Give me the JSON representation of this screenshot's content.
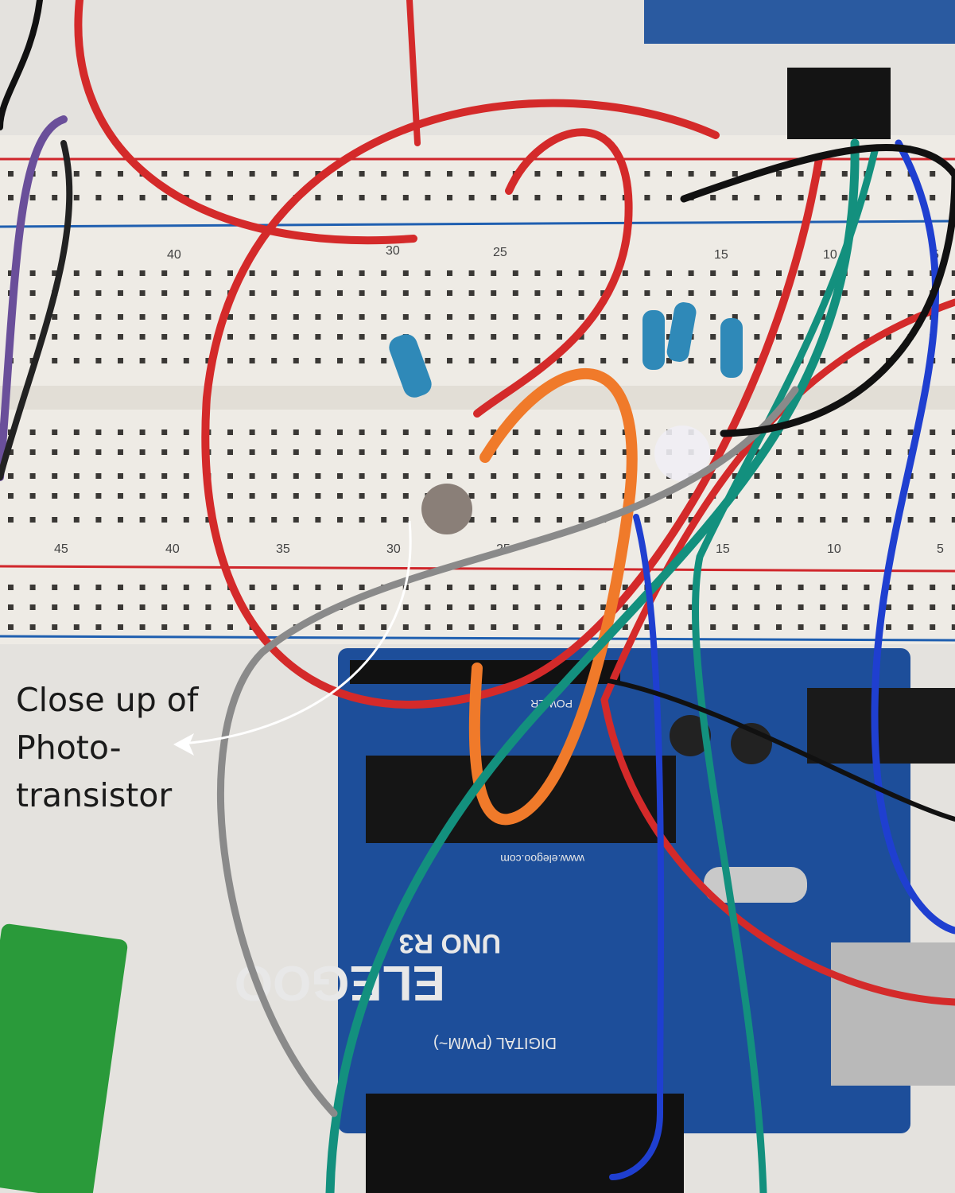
{
  "annotation": {
    "lines": [
      "Close up of",
      "Photo-",
      "transistor"
    ],
    "arrow_color": "#ffffff"
  },
  "breadboard": {
    "top_numbers": [
      "40",
      "30",
      "25",
      "15",
      "10",
      "5"
    ],
    "bottom_numbers": [
      "45",
      "40",
      "35",
      "30",
      "25",
      "15",
      "10",
      "5"
    ],
    "rail_colors": {
      "positive": "#d0262b",
      "negative": "#1f5fb0"
    }
  },
  "arduino": {
    "brand": "ELEGOO",
    "model": "UNO R3",
    "digital_label": "DIGITAL (PWM~)",
    "power_label": "POWER",
    "website": "www.elegoo.com",
    "board_color": "#1d4e9a"
  },
  "wire_colors": [
    "#d42a2a",
    "#f07a2a",
    "#13907e",
    "#1f3fd0",
    "#8a8a8a",
    "#111111",
    "#6a4f9a"
  ]
}
